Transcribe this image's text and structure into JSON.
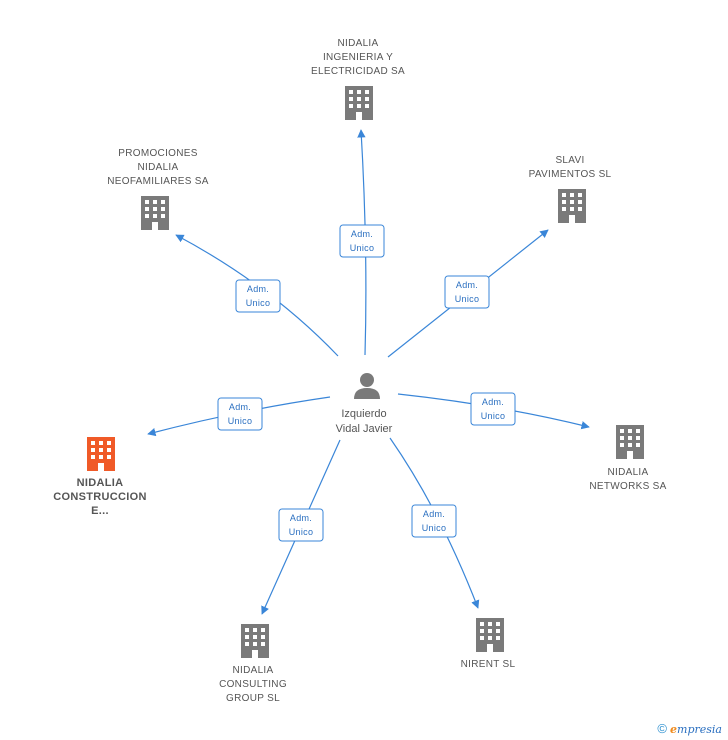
{
  "person": {
    "name_line1": "Izquierdo",
    "name_line2": "Vidal Javier"
  },
  "edge_label": {
    "line1": "Adm.",
    "line2": "Unico"
  },
  "companies": [
    {
      "id": "ing",
      "lines": [
        "NIDALIA",
        "INGENIERIA Y",
        "ELECTRICIDAD SA"
      ],
      "highlight": false
    },
    {
      "id": "promo",
      "lines": [
        "PROMOCIONES",
        "NIDALIA",
        "NEOFAMILIARES SA"
      ],
      "highlight": false
    },
    {
      "id": "slavi",
      "lines": [
        "SLAVI",
        "PAVIMENTOS SL"
      ],
      "highlight": false
    },
    {
      "id": "construccion",
      "lines": [
        "NIDALIA",
        "CONSTRUCCION",
        "E..."
      ],
      "highlight": true
    },
    {
      "id": "networks",
      "lines": [
        "NIDALIA",
        "NETWORKS SA"
      ],
      "highlight": false
    },
    {
      "id": "consulting",
      "lines": [
        "NIDALIA",
        "CONSULTING",
        "GROUP SL"
      ],
      "highlight": false
    },
    {
      "id": "nirent",
      "lines": [
        "NIRENT SL"
      ],
      "highlight": false
    }
  ],
  "colors": {
    "edge": "#3a86d8",
    "building": "#7a7a7a",
    "building_highlight": "#f05a28",
    "person": "#7a7a7a"
  },
  "footer": {
    "copyright": "©",
    "brand_initial": "e",
    "brand_rest": "mpresia"
  }
}
